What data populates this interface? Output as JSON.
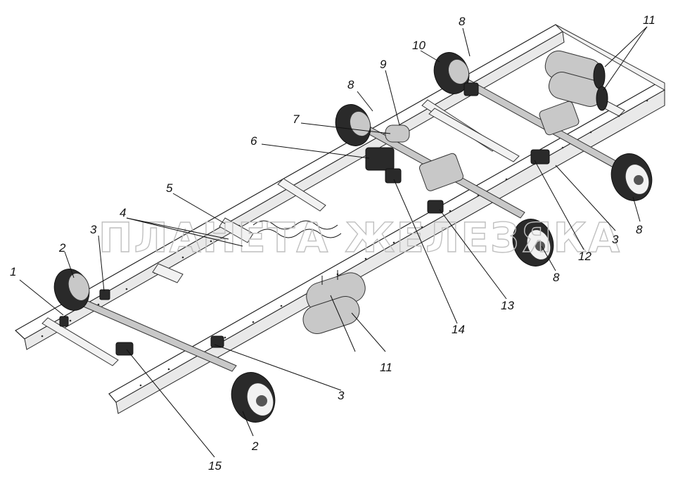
{
  "watermark": "ПЛАНЕТА ЖЕЛЕЗЯКА",
  "callouts": [
    "1",
    "2",
    "3",
    "4",
    "5",
    "6",
    "7",
    "8",
    "9",
    "10",
    "11",
    "3",
    "3",
    "2",
    "15",
    "14",
    "13",
    "12",
    "11",
    "8",
    "8",
    "8"
  ],
  "colors": {
    "line": "#111111",
    "frame": "#ffffff",
    "shade": "#e9e9e9",
    "dark": "#2a2a2a",
    "watermark": "#c0c0c0"
  }
}
